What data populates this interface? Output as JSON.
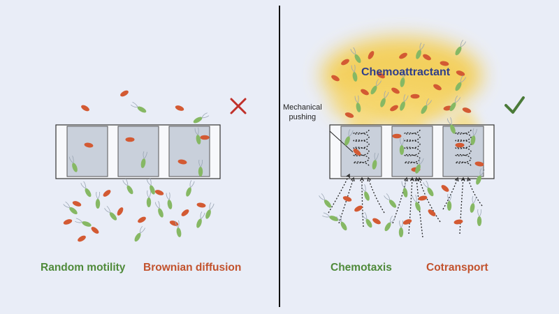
{
  "left_panel": {
    "labels": {
      "random_motility": "Random motility",
      "brownian_diffusion": "Brownian diffusion"
    },
    "cross_icon": "cross-mark-icon"
  },
  "right_panel": {
    "chemoattractant": "Chemoattractant",
    "mechanical_pushing_line1": "Mechanical",
    "mechanical_pushing_line2": "pushing",
    "labels": {
      "chemotaxis": "Chemotaxis",
      "cotransport": "Cotransport"
    },
    "check_icon": "check-mark-icon"
  },
  "colors": {
    "background": "#e9edf7",
    "bacteria_green": "#86b864",
    "particle_orange": "#d35a33",
    "label_green": "#4f8a3a",
    "label_orange": "#c2522d",
    "chemo_title": "#2f3e8a",
    "chemo_cloud": "#f4cf57",
    "cross": "#c0302a",
    "check": "#4a7a38",
    "divider": "#111111"
  }
}
